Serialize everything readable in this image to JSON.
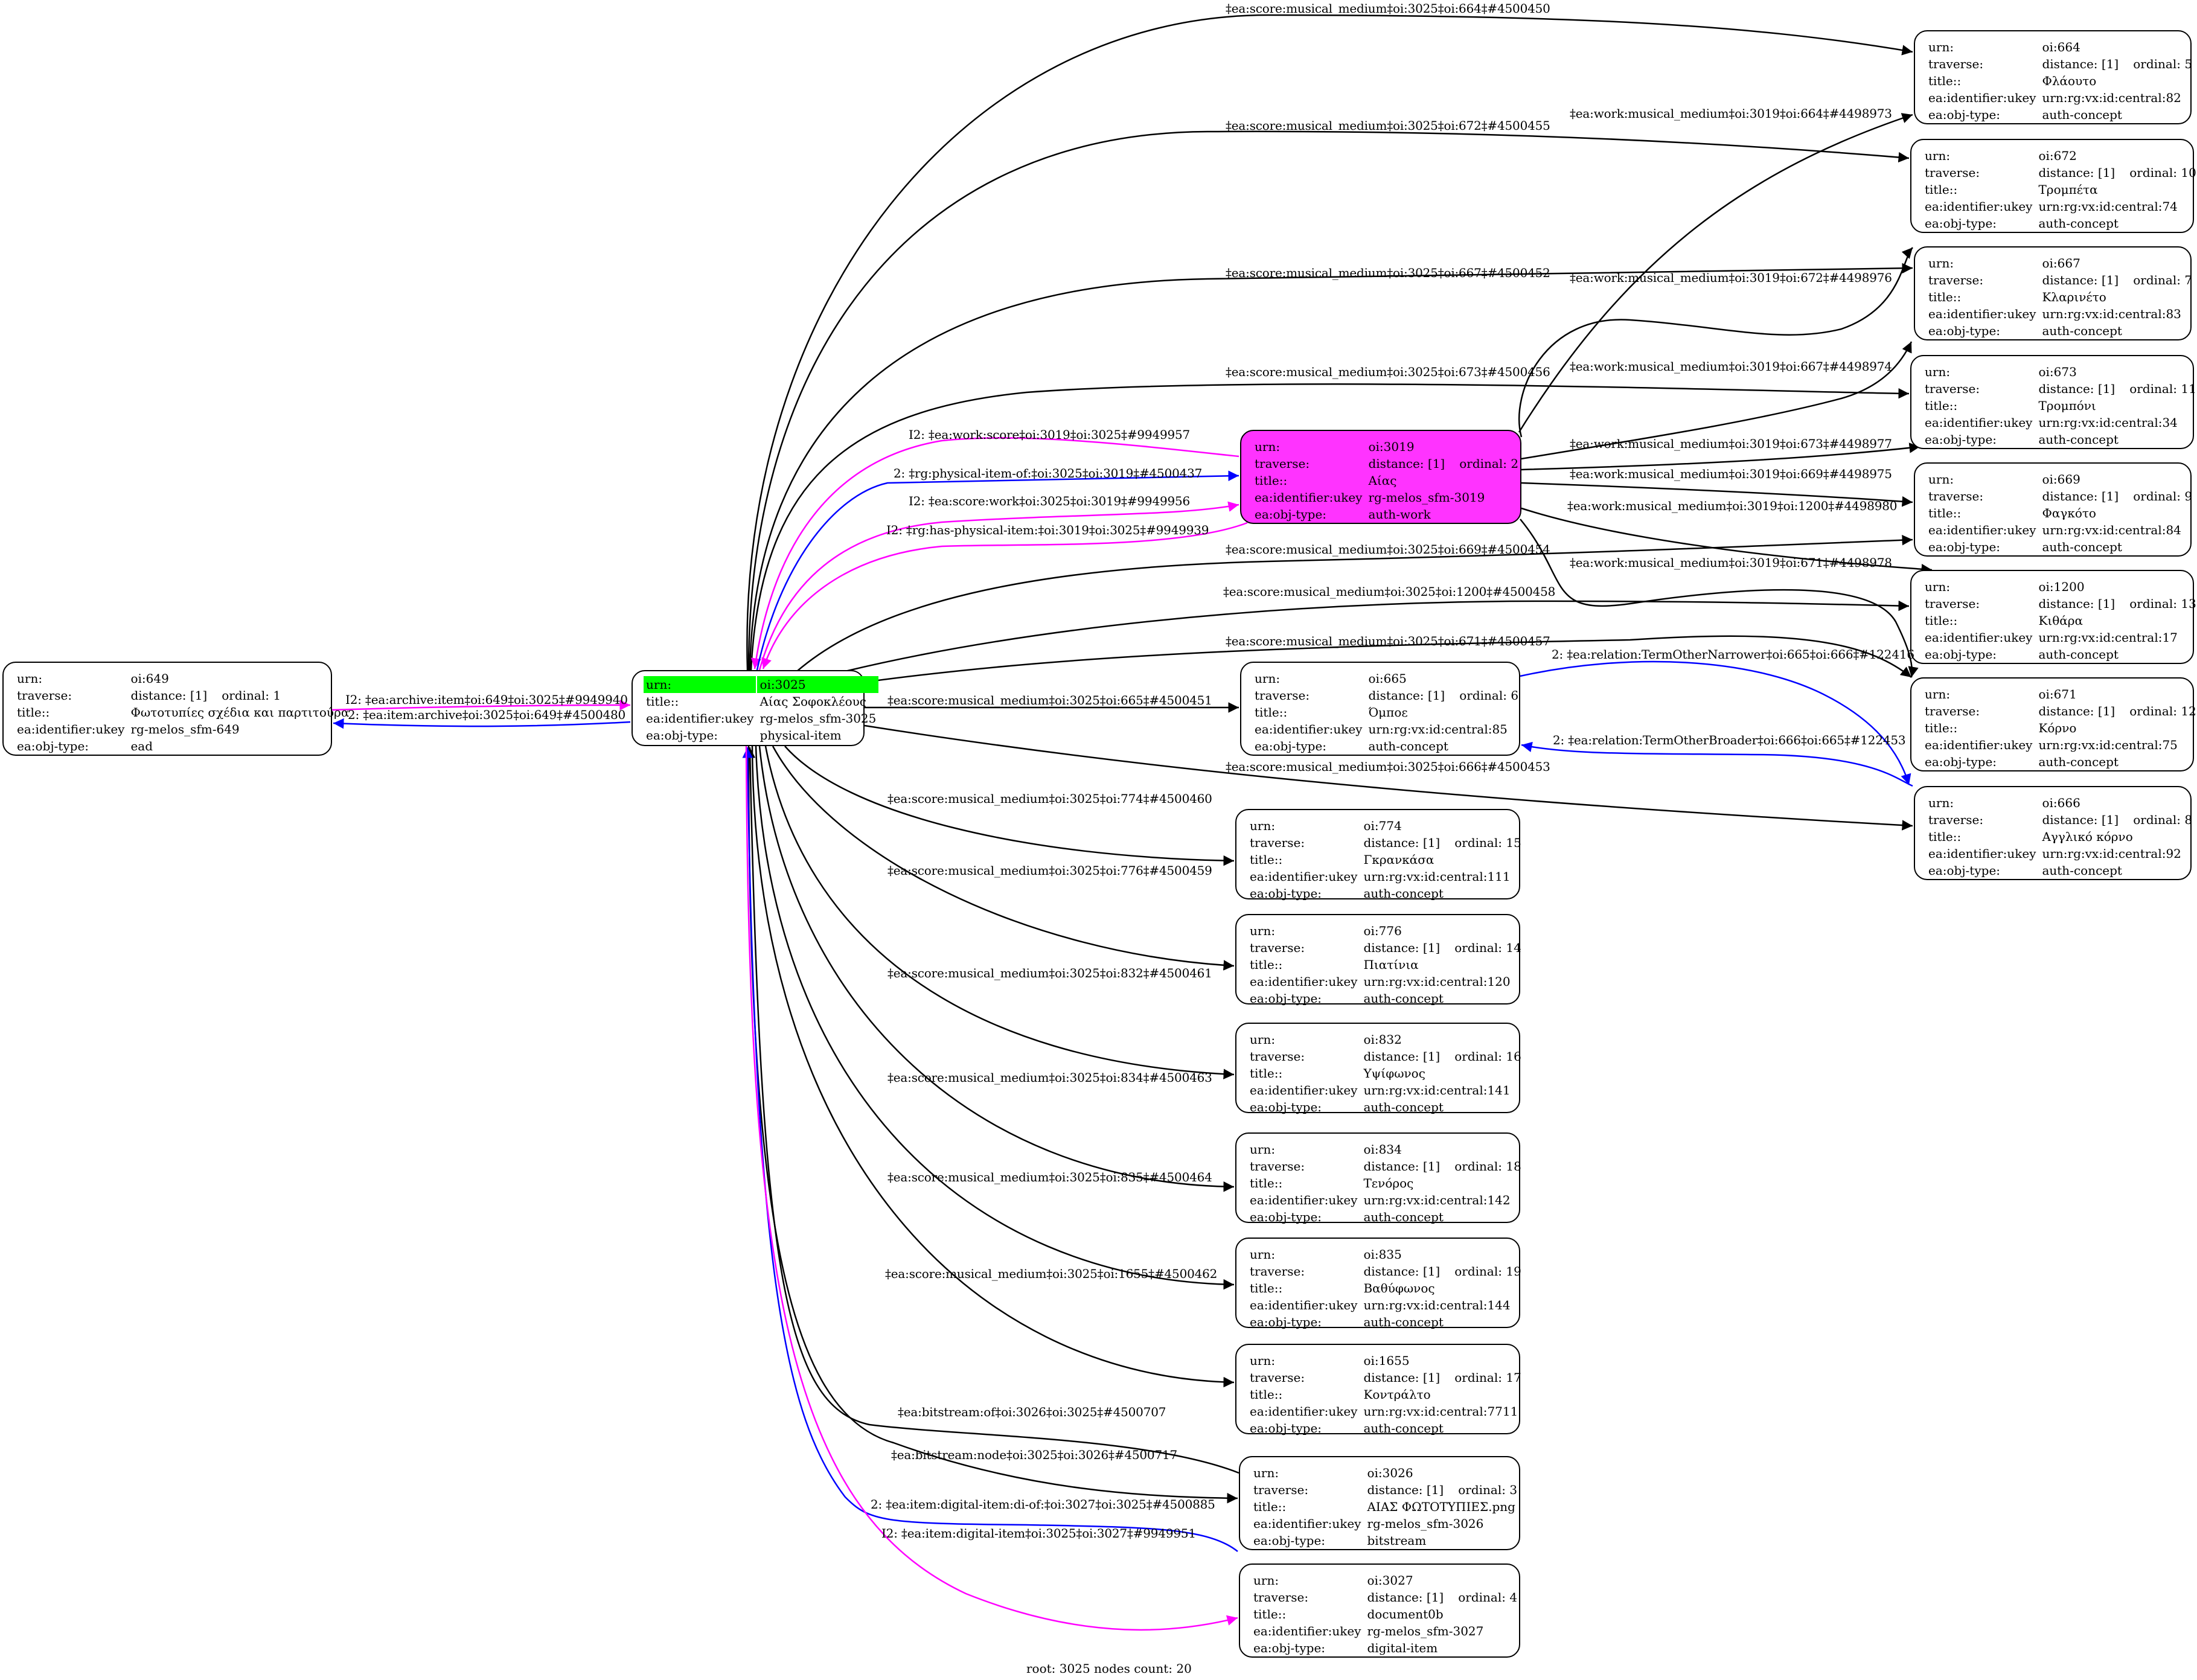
{
  "nodes": {
    "n649": {
      "urn": "oi:649",
      "distance": "distance: [1]",
      "ordinal": "ordinal: 1",
      "title": "Φωτοτυπίες σχέδια και παρτιτούρα",
      "ukey": "rg-melos_sfm-649",
      "objtype": "ead"
    },
    "n3025": {
      "urn": "oi:3025",
      "title": "Αίας Σοφοκλέους",
      "ukey": "rg-melos_sfm-3025",
      "objtype": "physical-item",
      "highlight_color": "#00ff00"
    },
    "n3019": {
      "urn": "oi:3019",
      "distance": "distance: [1]",
      "ordinal": "ordinal: 2",
      "title": "Αίας",
      "ukey": "rg-melos_sfm-3019",
      "objtype": "auth-work",
      "fill_color": "#ff33ff"
    },
    "n664": {
      "urn": "oi:664",
      "distance": "distance: [1]",
      "ordinal": "ordinal: 5",
      "title": "Φλάουτο",
      "ukey": "urn:rg:vx:id:central:82",
      "objtype": "auth-concept"
    },
    "n672": {
      "urn": "oi:672",
      "distance": "distance: [1]",
      "ordinal": "ordinal: 10",
      "title": "Τρομπέτα",
      "ukey": "urn:rg:vx:id:central:74",
      "objtype": "auth-concept"
    },
    "n667": {
      "urn": "oi:667",
      "distance": "distance: [1]",
      "ordinal": "ordinal: 7",
      "title": "Κλαρινέτο",
      "ukey": "urn:rg:vx:id:central:83",
      "objtype": "auth-concept"
    },
    "n673": {
      "urn": "oi:673",
      "distance": "distance: [1]",
      "ordinal": "ordinal: 11",
      "title": "Τρομπόνι",
      "ukey": "urn:rg:vx:id:central:34",
      "objtype": "auth-concept"
    },
    "n669": {
      "urn": "oi:669",
      "distance": "distance: [1]",
      "ordinal": "ordinal: 9",
      "title": "Φαγκότο",
      "ukey": "urn:rg:vx:id:central:84",
      "objtype": "auth-concept"
    },
    "n1200": {
      "urn": "oi:1200",
      "distance": "distance: [1]",
      "ordinal": "ordinal: 13",
      "title": "Κιθάρα",
      "ukey": "urn:rg:vx:id:central:17",
      "objtype": "auth-concept"
    },
    "n671": {
      "urn": "oi:671",
      "distance": "distance: [1]",
      "ordinal": "ordinal: 12",
      "title": "Κόρνο",
      "ukey": "urn:rg:vx:id:central:75",
      "objtype": "auth-concept"
    },
    "n666": {
      "urn": "oi:666",
      "distance": "distance: [1]",
      "ordinal": "ordinal: 8",
      "title": "Αγγλικό κόρνο",
      "ukey": "urn:rg:vx:id:central:92",
      "objtype": "auth-concept"
    },
    "n665": {
      "urn": "oi:665",
      "distance": "distance: [1]",
      "ordinal": "ordinal: 6",
      "title": "Όμποε",
      "ukey": "urn:rg:vx:id:central:85",
      "objtype": "auth-concept"
    },
    "n774": {
      "urn": "oi:774",
      "distance": "distance: [1]",
      "ordinal": "ordinal: 15",
      "title": "Γκρανκάσα",
      "ukey": "urn:rg:vx:id:central:111",
      "objtype": "auth-concept"
    },
    "n776": {
      "urn": "oi:776",
      "distance": "distance: [1]",
      "ordinal": "ordinal: 14",
      "title": "Πιατίνια",
      "ukey": "urn:rg:vx:id:central:120",
      "objtype": "auth-concept"
    },
    "n832": {
      "urn": "oi:832",
      "distance": "distance: [1]",
      "ordinal": "ordinal: 16",
      "title": "Υψίφωνος",
      "ukey": "urn:rg:vx:id:central:141",
      "objtype": "auth-concept"
    },
    "n834": {
      "urn": "oi:834",
      "distance": "distance: [1]",
      "ordinal": "ordinal: 18",
      "title": "Τενόρος",
      "ukey": "urn:rg:vx:id:central:142",
      "objtype": "auth-concept"
    },
    "n835": {
      "urn": "oi:835",
      "distance": "distance: [1]",
      "ordinal": "ordinal: 19",
      "title": "Βαθύφωνος",
      "ukey": "urn:rg:vx:id:central:144",
      "objtype": "auth-concept"
    },
    "n1655": {
      "urn": "oi:1655",
      "distance": "distance: [1]",
      "ordinal": "ordinal: 17",
      "title": "Κοντράλτο",
      "ukey": "urn:rg:vx:id:central:7711",
      "objtype": "auth-concept"
    },
    "n3026": {
      "urn": "oi:3026",
      "distance": "distance: [1]",
      "ordinal": "ordinal: 3",
      "title": "ΑΙΑΣ ΦΩΤΟΤΥΠΙΕΣ.png",
      "ukey": "rg-melos_sfm-3026",
      "objtype": "bitstream"
    },
    "n3027": {
      "urn": "oi:3027",
      "distance": "distance: [1]",
      "ordinal": "ordinal: 4",
      "title": "document0b",
      "ukey": "rg-melos_sfm-3027",
      "objtype": "digital-item"
    }
  },
  "field_labels": {
    "urn": "urn:",
    "traverse": "traverse:",
    "title": "title::",
    "ukey": "ea:identifier:ukey",
    "objtype": "ea:obj-type:"
  },
  "edges": [
    {
      "id": "e1",
      "label": "I2: ‡ea:archive:item‡oi:649‡oi:3025‡#9949940",
      "color": "#ff00ff"
    },
    {
      "id": "e2",
      "label": "2: ‡ea:item:archive‡oi:3025‡oi:649‡#4500480",
      "color": "#0000ff"
    },
    {
      "id": "e3",
      "label": "‡ea:score:musical_medium‡oi:3025‡oi:664‡#4500450",
      "color": "#000000"
    },
    {
      "id": "e4",
      "label": "‡ea:score:musical_medium‡oi:3025‡oi:672‡#4500455",
      "color": "#000000"
    },
    {
      "id": "e5",
      "label": "‡ea:score:musical_medium‡oi:3025‡oi:667‡#4500452",
      "color": "#000000"
    },
    {
      "id": "e6",
      "label": "‡ea:score:musical_medium‡oi:3025‡oi:673‡#4500456",
      "color": "#000000"
    },
    {
      "id": "e7",
      "label": "I2: ‡ea:work:score‡oi:3019‡oi:3025‡#9949957",
      "color": "#ff00ff"
    },
    {
      "id": "e8",
      "label": "2: ‡rg:physical-item-of:‡oi:3025‡oi:3019‡#4500437",
      "color": "#0000ff"
    },
    {
      "id": "e9",
      "label": "I2: ‡ea:score:work‡oi:3025‡oi:3019‡#9949956",
      "color": "#ff00ff"
    },
    {
      "id": "e10",
      "label": "I2: ‡rg:has-physical-item:‡oi:3019‡oi:3025‡#9949939",
      "color": "#ff00ff"
    },
    {
      "id": "e11",
      "label": "‡ea:score:musical_medium‡oi:3025‡oi:669‡#4500454",
      "color": "#000000"
    },
    {
      "id": "e12",
      "label": "‡ea:score:musical_medium‡oi:3025‡oi:1200‡#4500458",
      "color": "#000000"
    },
    {
      "id": "e13",
      "label": "‡ea:score:musical_medium‡oi:3025‡oi:671‡#4500457",
      "color": "#000000"
    },
    {
      "id": "e14",
      "label": "‡ea:score:musical_medium‡oi:3025‡oi:665‡#4500451",
      "color": "#000000"
    },
    {
      "id": "e15",
      "label": "‡ea:score:musical_medium‡oi:3025‡oi:666‡#4500453",
      "color": "#000000"
    },
    {
      "id": "e16",
      "label": "‡ea:score:musical_medium‡oi:3025‡oi:774‡#4500460",
      "color": "#000000"
    },
    {
      "id": "e17",
      "label": "‡ea:score:musical_medium‡oi:3025‡oi:776‡#4500459",
      "color": "#000000"
    },
    {
      "id": "e18",
      "label": "‡ea:score:musical_medium‡oi:3025‡oi:832‡#4500461",
      "color": "#000000"
    },
    {
      "id": "e19",
      "label": "‡ea:score:musical_medium‡oi:3025‡oi:834‡#4500463",
      "color": "#000000"
    },
    {
      "id": "e20",
      "label": "‡ea:score:musical_medium‡oi:3025‡oi:835‡#4500464",
      "color": "#000000"
    },
    {
      "id": "e21",
      "label": "‡ea:score:musical_medium‡oi:3025‡oi:1655‡#4500462",
      "color": "#000000"
    },
    {
      "id": "e22",
      "label": "‡ea:bitstream:of‡oi:3026‡oi:3025‡#4500707",
      "color": "#000000"
    },
    {
      "id": "e23",
      "label": "‡ea:bitstream:node‡oi:3025‡oi:3026‡#4500717",
      "color": "#000000"
    },
    {
      "id": "e24",
      "label": "2: ‡ea:item:digital-item:di-of:‡oi:3027‡oi:3025‡#4500885",
      "color": "#0000ff"
    },
    {
      "id": "e25",
      "label": "I2: ‡ea:item:digital-item‡oi:3025‡oi:3027‡#9949951",
      "color": "#ff00ff"
    },
    {
      "id": "e26",
      "label": "‡ea:work:musical_medium‡oi:3019‡oi:664‡#4498973",
      "color": "#000000"
    },
    {
      "id": "e27",
      "label": "‡ea:work:musical_medium‡oi:3019‡oi:672‡#4498976",
      "color": "#000000"
    },
    {
      "id": "e28",
      "label": "‡ea:work:musical_medium‡oi:3019‡oi:667‡#4498974",
      "color": "#000000"
    },
    {
      "id": "e29",
      "label": "‡ea:work:musical_medium‡oi:3019‡oi:673‡#4498977",
      "color": "#000000"
    },
    {
      "id": "e30",
      "label": "‡ea:work:musical_medium‡oi:3019‡oi:669‡#4498975",
      "color": "#000000"
    },
    {
      "id": "e31",
      "label": "‡ea:work:musical_medium‡oi:3019‡oi:1200‡#4498980",
      "color": "#000000"
    },
    {
      "id": "e32",
      "label": "‡ea:work:musical_medium‡oi:3019‡oi:671‡#4498978",
      "color": "#000000"
    },
    {
      "id": "e33",
      "label": "2: ‡ea:relation:TermOtherNarrower‡oi:665‡oi:666‡#122416",
      "color": "#0000ff"
    },
    {
      "id": "e34",
      "label": "2: ‡ea:relation:TermOtherBroader‡oi:666‡oi:665‡#122453",
      "color": "#0000ff"
    }
  ],
  "footer": "root: 3025 nodes count: 20"
}
